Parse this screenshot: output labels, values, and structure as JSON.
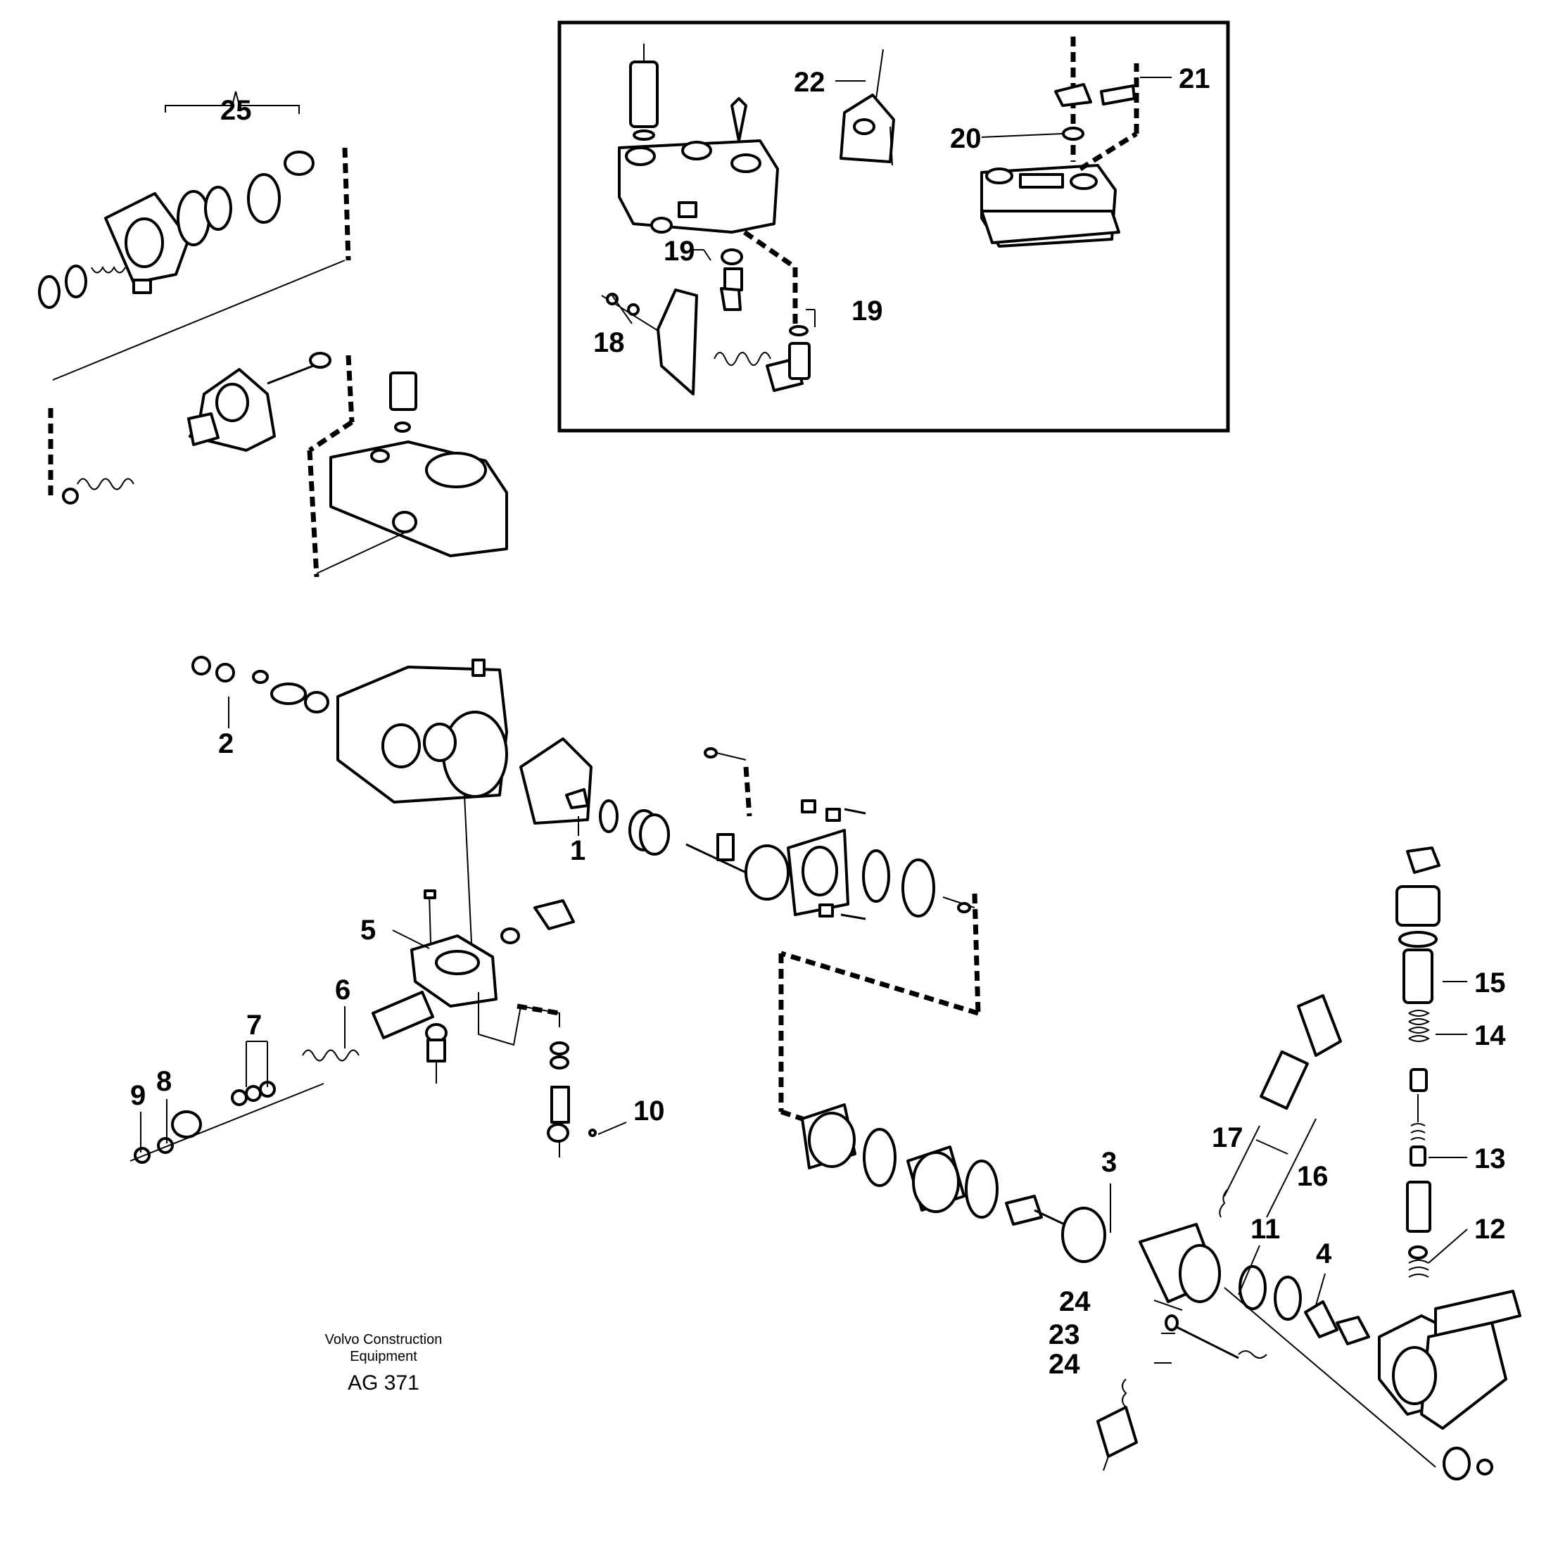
{
  "diagram": {
    "callouts": {
      "c1": "1",
      "c2": "2",
      "c3": "3",
      "c4": "4",
      "c5": "5",
      "c6": "6",
      "c7": "7",
      "c8": "8",
      "c9": "9",
      "c10": "10",
      "c11": "11",
      "c12": "12",
      "c13": "13",
      "c14": "14",
      "c15": "15",
      "c16": "16",
      "c17": "17",
      "c18": "18",
      "c19a": "19",
      "c19b": "19",
      "c20": "20",
      "c21": "21",
      "c22": "22",
      "c23": "23",
      "c24a": "24",
      "c24b": "24",
      "c25": "25"
    },
    "credit_line1": "Volvo Construction",
    "credit_line2": "Equipment",
    "drawing_code": "AG 371",
    "line_color": "#000000",
    "background_color": "#ffffff"
  }
}
